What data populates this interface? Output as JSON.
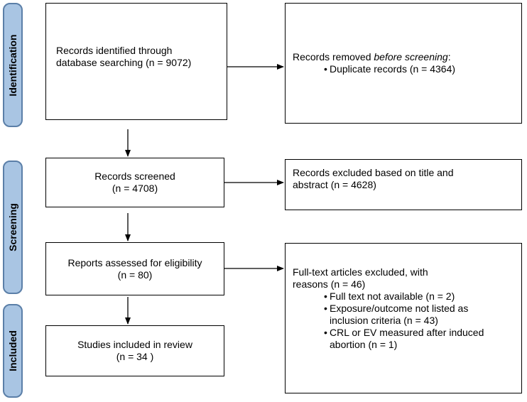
{
  "phases": {
    "identification": "Identification",
    "screening": "Screening",
    "included": "Included"
  },
  "boxes": {
    "records_identified": {
      "line1": "Records identified through",
      "line2": "database searching (n = 9072)"
    },
    "records_removed": {
      "prefix": "Records removed ",
      "emphasis": "before screening",
      "suffix": ":",
      "items": [
        "Duplicate records (n = 4364)"
      ]
    },
    "records_screened": {
      "line1": "Records screened",
      "line2": "(n = 4708)"
    },
    "records_excluded": {
      "line1": "Records excluded based on title and",
      "line2": "abstract (n = 4628)"
    },
    "reports_assessed": {
      "line1": "Reports assessed for eligibility",
      "line2": "(n = 80)"
    },
    "fulltext_excluded": {
      "line1": "Full-text articles excluded, with",
      "line2": "reasons  (n = 46)",
      "items": [
        [
          "Full text not available (n = 2)"
        ],
        [
          "Exposure/outcome not listed as",
          "inclusion criteria (n = 43)"
        ],
        [
          "CRL or EV measured after induced",
          "abortion (n = 1)"
        ]
      ]
    },
    "studies_included": {
      "line1": "Studies included in review",
      "line2": "(n = 34 )"
    }
  }
}
